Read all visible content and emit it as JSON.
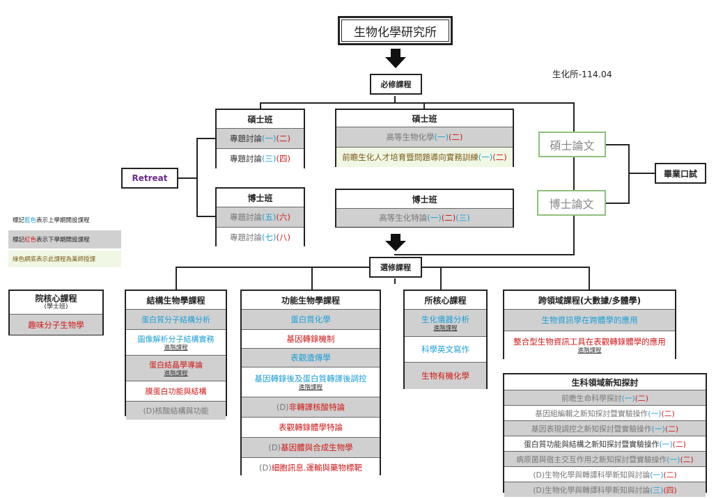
{
  "title": "生物化學研究所",
  "version": "生化所-114.04",
  "required": {
    "label": "必修課程",
    "masters1": {
      "header": "碩士班",
      "items": [
        {
          "segments": [
            {
              "t": "專題討論",
              "c": "dark"
            },
            {
              "t": "(一)",
              "c": "blue"
            },
            {
              "t": "(二)",
              "c": "red"
            }
          ]
        },
        {
          "segments": [
            {
              "t": "專題討論",
              "c": "dark"
            },
            {
              "t": "(三)",
              "c": "blue"
            },
            {
              "t": "(四)",
              "c": "red"
            }
          ]
        }
      ]
    },
    "masters2": {
      "header": "碩士班",
      "items": [
        {
          "segments": [
            {
              "t": "高等生物化學",
              "c": "gray"
            },
            {
              "t": "(一)",
              "c": "blue"
            },
            {
              "t": "(二)",
              "c": "red"
            }
          ]
        },
        {
          "segments": [
            {
              "t": "前瞻生化人才培育暨問題導向實務訓練",
              "c": "green"
            },
            {
              "t": "(一)",
              "c": "blue"
            },
            {
              "t": "(二)",
              "c": "red"
            }
          ]
        }
      ]
    },
    "phd1": {
      "header": "博士班",
      "items": [
        {
          "segments": [
            {
              "t": "專題討論",
              "c": "gray"
            },
            {
              "t": "(五)",
              "c": "blue"
            },
            {
              "t": "(六)",
              "c": "red"
            }
          ]
        },
        {
          "segments": [
            {
              "t": "專題討論",
              "c": "gray"
            },
            {
              "t": "(七)",
              "c": "blue"
            },
            {
              "t": "(八)",
              "c": "red"
            }
          ]
        }
      ]
    },
    "phd2": {
      "header": "博士班",
      "items": [
        {
          "segments": [
            {
              "t": "高等生化特論",
              "c": "gray"
            },
            {
              "t": "(一)",
              "c": "blue"
            },
            {
              "t": "(二)",
              "c": "red"
            },
            {
              "t": "(三)",
              "c": "blue"
            }
          ]
        }
      ]
    },
    "retreat": "Retreat",
    "thesis_ms": "碩士論文",
    "thesis_phd": "博士論文",
    "oral": "畢業口試"
  },
  "legend": {
    "blue": {
      "a": "標記",
      "b": "藍色",
      "c": "表示上學期開設課程"
    },
    "red": {
      "a": "標記",
      "b": "紅色",
      "c": "表示下學期開設課程"
    },
    "green": "綠色網底表示此課程為業師授課"
  },
  "elective": {
    "label": "選修課程",
    "college": {
      "header": "院核心課程",
      "sub": "(學士班)",
      "items": [
        {
          "segments": [
            {
              "t": "趣味分子生物學",
              "c": "red"
            }
          ],
          "bg": "gray"
        }
      ]
    },
    "structural": {
      "header": "結構生物學課程",
      "items": [
        {
          "segments": [
            {
              "t": "蛋白質分子結構分析",
              "c": "blue"
            }
          ],
          "bg": "gray"
        },
        {
          "segments": [
            {
              "t": "圖像解析分子結構實務",
              "c": "blue"
            }
          ],
          "sub": "進階課程",
          "bg": "white"
        },
        {
          "segments": [
            {
              "t": "蛋白結晶學導論",
              "c": "red"
            }
          ],
          "sub": "進階課程",
          "bg": "gray"
        },
        {
          "segments": [
            {
              "t": "膜蛋白功能與結構",
              "c": "red"
            }
          ],
          "bg": "white"
        },
        {
          "segments": [
            {
              "t": "(D)核酸結構與功能",
              "c": "gray"
            }
          ],
          "bg": "gray"
        }
      ]
    },
    "functional": {
      "header": "功能生物學課程",
      "items": [
        {
          "segments": [
            {
              "t": "蛋白質化學",
              "c": "blue"
            }
          ],
          "bg": "gray"
        },
        {
          "segments": [
            {
              "t": "基因轉錄機制",
              "c": "red"
            }
          ],
          "bg": "white"
        },
        {
          "segments": [
            {
              "t": "表觀遺傳學",
              "c": "blue"
            }
          ],
          "bg": "gray"
        },
        {
          "segments": [
            {
              "t": "基因轉錄後及蛋白質轉譯後調控",
              "c": "blue"
            }
          ],
          "sub": "進階課程",
          "bg": "white"
        },
        {
          "segments": [
            {
              "t": "(D)",
              "c": "gray"
            },
            {
              "t": "非轉譯核酸特論",
              "c": "red"
            }
          ],
          "bg": "gray"
        },
        {
          "segments": [
            {
              "t": "表觀轉錄體學特論",
              "c": "red"
            }
          ],
          "bg": "white"
        },
        {
          "segments": [
            {
              "t": "(D)",
              "c": "gray"
            },
            {
              "t": "基因體與合成生物學",
              "c": "red"
            }
          ],
          "bg": "gray"
        },
        {
          "segments": [
            {
              "t": "(D)",
              "c": "gray"
            },
            {
              "t": "細胞訊息.運輸與藥物標靶",
              "c": "red"
            }
          ],
          "bg": "white"
        }
      ]
    },
    "core": {
      "header": "所核心課程",
      "items": [
        {
          "segments": [
            {
              "t": "生化儀器分析",
              "c": "blue"
            }
          ],
          "sub": "進階課程",
          "bg": "gray"
        },
        {
          "segments": [
            {
              "t": "科學英文寫作",
              "c": "blue"
            }
          ],
          "bg": "white"
        },
        {
          "segments": [
            {
              "t": "生物有機化學",
              "c": "red"
            }
          ],
          "bg": "gray"
        }
      ]
    },
    "cross": {
      "header": "跨領域課程(大數據/多體學)",
      "items": [
        {
          "segments": [
            {
              "t": "生物資訊學在跨體學的應用",
              "c": "blue"
            }
          ],
          "bg": "gray"
        },
        {
          "segments": [
            {
              "t": "整合型生物資訊工具在表觀轉錄體學的應用",
              "c": "red"
            }
          ],
          "sub": "進階課程",
          "bg": "white"
        }
      ]
    },
    "frontier": {
      "header": "生科領域新知探討",
      "items": [
        {
          "segments": [
            {
              "t": "前瞻生命科學探討",
              "c": "gray"
            },
            {
              "t": "(一)",
              "c": "blue"
            },
            {
              "t": "(二)",
              "c": "red"
            }
          ],
          "bg": "gray"
        },
        {
          "segments": [
            {
              "t": "基因組編輯之新知探討暨實驗操作",
              "c": "gray"
            },
            {
              "t": "(一)",
              "c": "blue"
            },
            {
              "t": "(二)",
              "c": "red"
            }
          ],
          "bg": "white"
        },
        {
          "segments": [
            {
              "t": "基因表現調控之新知探討暨實驗操作",
              "c": "gray"
            },
            {
              "t": "(一)",
              "c": "blue"
            },
            {
              "t": "(二)",
              "c": "red"
            }
          ],
          "bg": "gray"
        },
        {
          "segments": [
            {
              "t": "蛋白質功能與結構之新知探討暨實驗操作",
              "c": "dark"
            },
            {
              "t": "(一)",
              "c": "blue"
            },
            {
              "t": "(二)",
              "c": "red"
            }
          ],
          "bg": "white"
        },
        {
          "segments": [
            {
              "t": "病原菌與宿主交互作用之新知探討暨實驗操作",
              "c": "gray"
            },
            {
              "t": "(一)",
              "c": "blue"
            },
            {
              "t": "(二)",
              "c": "red"
            }
          ],
          "bg": "gray"
        },
        {
          "segments": [
            {
              "t": "(D)生物化學與轉譯科學新知與討論",
              "c": "gray"
            },
            {
              "t": "(一)",
              "c": "blue"
            },
            {
              "t": "(二)",
              "c": "red"
            }
          ],
          "bg": "white"
        },
        {
          "segments": [
            {
              "t": "(D)生物化學與轉譯科學新知與討論",
              "c": "gray"
            },
            {
              "t": "(三)",
              "c": "blue"
            },
            {
              "t": "(四)",
              "c": "red"
            }
          ],
          "bg": "gray"
        }
      ]
    }
  }
}
